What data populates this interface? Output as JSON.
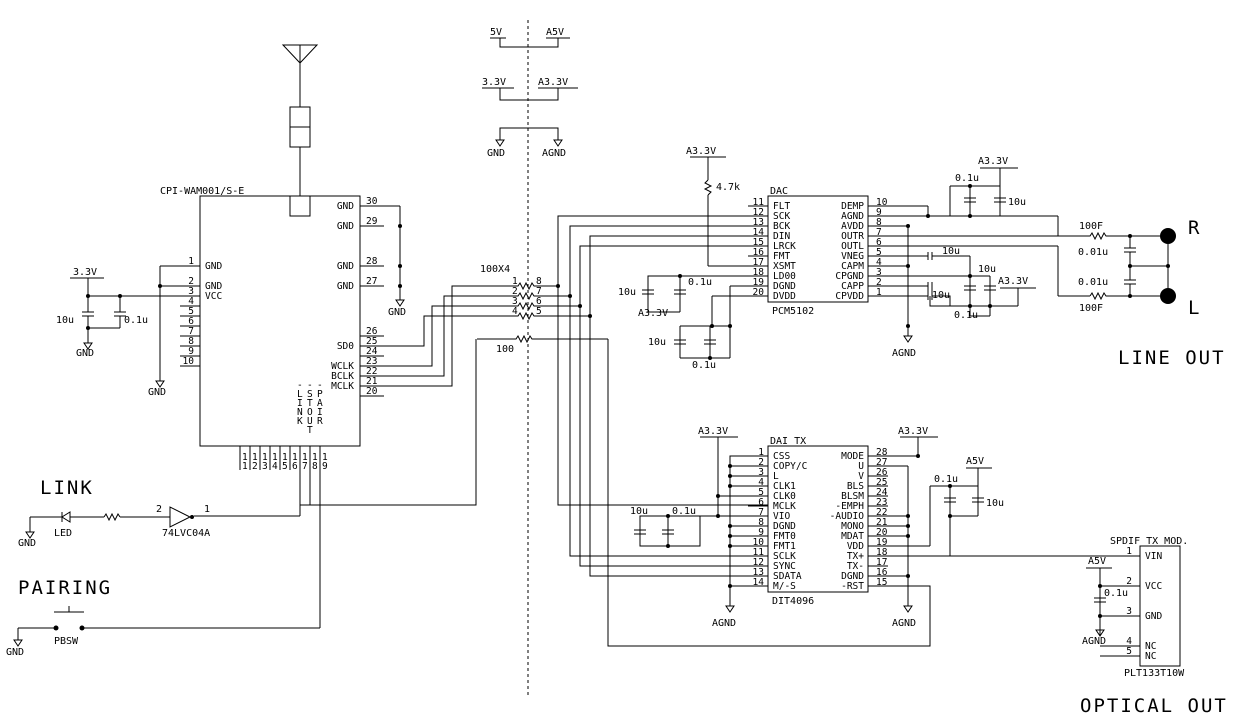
{
  "power_labels": {
    "top_5v": "5V",
    "top_a5v": "A5V",
    "top_33v": "3.3V",
    "top_a33v": "A3.3V",
    "top_gnd": "GND",
    "top_agnd": "AGND",
    "wam_33v": "3.3V",
    "wam_gnd1": "GND",
    "wam_gnd2": "GND",
    "wam_gnd_right": "GND",
    "dac_a33v": "A3.3V",
    "dac_a33v_right": "A3.3V",
    "dac_a33v_pump": "A3.3V",
    "dac_a33v_left": "A3.3V",
    "dac_agnd": "AGND",
    "dai_a33v_left": "A3.3V",
    "dai_a33v_right": "A3.3V",
    "dai_a5v": "A5V",
    "dai_agnd_left": "AGND",
    "dai_agnd_right": "AGND",
    "spdif_a5v": "A5V",
    "spdif_agnd": "AGND",
    "link_gnd": "GND",
    "pair_gnd": "GND"
  },
  "section_labels": {
    "line_out": "LINE OUT",
    "optical_out": "OPTICAL OUT",
    "link": "LINK",
    "pairing": "PAIRING",
    "out_r": "R",
    "out_l": "L"
  },
  "wam": {
    "name": "CPI-WAM001/S-E",
    "left_pins": [
      {
        "num": "1",
        "label": "GND"
      },
      {
        "num": "2",
        "label": "GND"
      },
      {
        "num": "3",
        "label": "VCC"
      },
      {
        "num": "4",
        "label": ""
      },
      {
        "num": "5",
        "label": ""
      },
      {
        "num": "6",
        "label": ""
      },
      {
        "num": "7",
        "label": ""
      },
      {
        "num": "8",
        "label": ""
      },
      {
        "num": "9",
        "label": ""
      },
      {
        "num": "10",
        "label": ""
      }
    ],
    "right_pins": [
      {
        "num": "30",
        "label": "GND"
      },
      {
        "num": "29",
        "label": "GND"
      },
      {
        "num": "28",
        "label": "GND"
      },
      {
        "num": "27",
        "label": "GND"
      },
      {
        "num": "26",
        "label": ""
      },
      {
        "num": "25",
        "label": "SD0"
      },
      {
        "num": "24",
        "label": ""
      },
      {
        "num": "23",
        "label": "WCLK"
      },
      {
        "num": "22",
        "label": "BCLK"
      },
      {
        "num": "21",
        "label": "MCLK"
      },
      {
        "num": "20",
        "label": ""
      }
    ],
    "bottom_pins": [
      "1",
      "1",
      "1",
      "1",
      "1",
      "1",
      "1",
      "1",
      "1"
    ],
    "bottom_pins_2": [
      "1",
      "2",
      "3",
      "4",
      "5",
      "6",
      "7",
      "8",
      "9"
    ],
    "vert_labels": [
      "-LINK",
      "-STOUT",
      "-PAIR"
    ]
  },
  "wam_caps": {
    "c1": "10u",
    "c2": "0.1u"
  },
  "resistor_array": {
    "name": "100X4",
    "left": [
      "1",
      "2",
      "3",
      "4"
    ],
    "right": [
      "8",
      "7",
      "6",
      "5"
    ],
    "r100": "100"
  },
  "dac": {
    "title": "DAC",
    "part": "PCM5102",
    "pullup": "4.7k",
    "left_pins": [
      {
        "num": "11",
        "label": "FLT"
      },
      {
        "num": "12",
        "label": "SCK"
      },
      {
        "num": "13",
        "label": "BCK"
      },
      {
        "num": "14",
        "label": "DIN"
      },
      {
        "num": "15",
        "label": "LRCK"
      },
      {
        "num": "16",
        "label": "FMT"
      },
      {
        "num": "17",
        "label": "XSMT"
      },
      {
        "num": "18",
        "label": "LD00"
      },
      {
        "num": "19",
        "label": "DGND"
      },
      {
        "num": "20",
        "label": "DVDD"
      }
    ],
    "right_pins": [
      {
        "num": "10",
        "label": "DEMP"
      },
      {
        "num": "9",
        "label": "AGND"
      },
      {
        "num": "8",
        "label": "AVDD"
      },
      {
        "num": "7",
        "label": "OUTR"
      },
      {
        "num": "6",
        "label": "OUTL"
      },
      {
        "num": "5",
        "label": "VNEG"
      },
      {
        "num": "4",
        "label": "CAPM"
      },
      {
        "num": "3",
        "label": "CPGND"
      },
      {
        "num": "2",
        "label": "CAPP"
      },
      {
        "num": "1",
        "label": "CPVDD"
      }
    ],
    "caps": {
      "avdd_a": "0.1u",
      "avdd_b": "10u",
      "vneg": "10u",
      "capm_a": "10u",
      "capp": "10u",
      "cpvdd": "0.1u",
      "dvdd_a": "10u",
      "dvdd_b": "0.1u",
      "dvdd_c": "10u",
      "dvdd_d": "0.1u"
    },
    "out": {
      "r_res": "100F",
      "r_cap": "0.01u",
      "l_cap": "0.01u",
      "l_res": "100F"
    }
  },
  "dai": {
    "title": "DAI TX",
    "part": "DIT4096",
    "left_pins": [
      {
        "num": "1",
        "label": "CSS"
      },
      {
        "num": "2",
        "label": "COPY/C"
      },
      {
        "num": "3",
        "label": "L"
      },
      {
        "num": "4",
        "label": "CLK1"
      },
      {
        "num": "5",
        "label": "CLK0"
      },
      {
        "num": "6",
        "label": "MCLK"
      },
      {
        "num": "7",
        "label": "VIO"
      },
      {
        "num": "8",
        "label": "DGND"
      },
      {
        "num": "9",
        "label": "FMT0"
      },
      {
        "num": "10",
        "label": "FMT1"
      },
      {
        "num": "11",
        "label": "SCLK"
      },
      {
        "num": "12",
        "label": "SYNC"
      },
      {
        "num": "13",
        "label": "SDATA"
      },
      {
        "num": "14",
        "label": "M/-S"
      }
    ],
    "right_pins": [
      {
        "num": "28",
        "label": "MODE"
      },
      {
        "num": "27",
        "label": "U"
      },
      {
        "num": "26",
        "label": "V"
      },
      {
        "num": "25",
        "label": "BLS"
      },
      {
        "num": "24",
        "label": "BLSM"
      },
      {
        "num": "23",
        "label": "-EMPH"
      },
      {
        "num": "22",
        "label": "-AUDIO"
      },
      {
        "num": "21",
        "label": "MONO"
      },
      {
        "num": "20",
        "label": "MDAT"
      },
      {
        "num": "19",
        "label": "VDD"
      },
      {
        "num": "18",
        "label": "TX+"
      },
      {
        "num": "17",
        "label": "TX-"
      },
      {
        "num": "16",
        "label": "DGND"
      },
      {
        "num": "15",
        "label": "-RST"
      }
    ],
    "caps": {
      "vio_a": "10u",
      "vio_b": "0.1u",
      "vdd_a": "0.1u",
      "vdd_b": "10u"
    }
  },
  "spdif": {
    "title": "SPDIF TX MOD.",
    "part": "PLT133T10W",
    "pins": [
      {
        "num": "1",
        "label": "VIN"
      },
      {
        "num": "2",
        "label": "VCC"
      },
      {
        "num": "3",
        "label": "GND"
      },
      {
        "num": "4",
        "label": "NC"
      },
      {
        "num": "5",
        "label": "NC"
      }
    ],
    "cap": "0.1u"
  },
  "link": {
    "led": "LED",
    "inverter": "74LVC04A",
    "inv_in": "2",
    "inv_out": "1"
  },
  "pairing": {
    "switch": "PBSW"
  }
}
